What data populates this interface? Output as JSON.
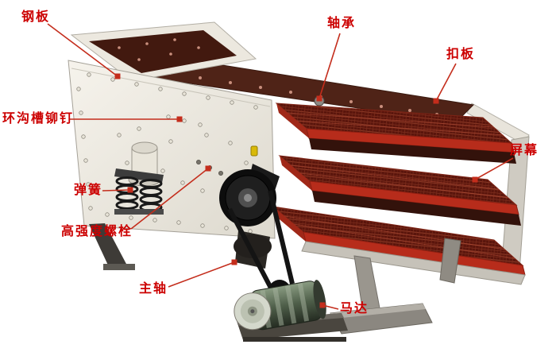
{
  "diagram": {
    "labels": {
      "steel_plate": "钢板",
      "bearing": "轴承",
      "buckle_plate": "扣板",
      "ring_groove_rivet": "环沟槽铆钉",
      "screen_panel": "屏幕",
      "spring": "弹簧",
      "high_strength_bolt": "高强度螺栓",
      "main_shaft": "主轴",
      "motor": "马达"
    },
    "colors": {
      "label_text": "#cc0000",
      "leader_line": "#c42d1c",
      "marker_square": "#c42d1c",
      "deck_mesh": "#5a150c",
      "deck_edge": "#b72c1b"
    }
  }
}
